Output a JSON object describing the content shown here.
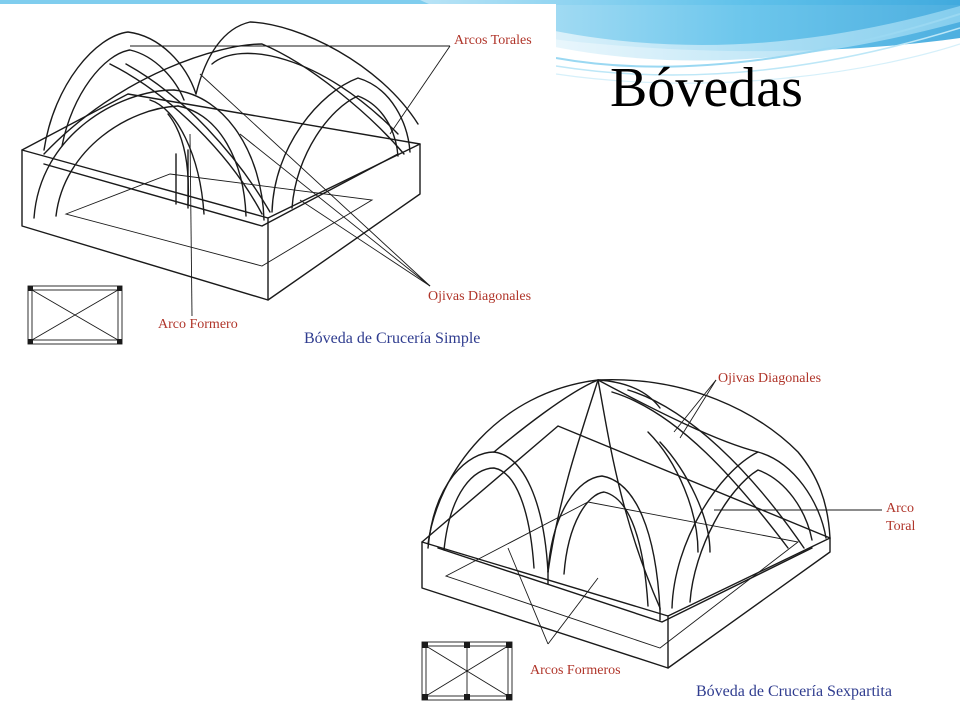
{
  "title": "Bóvedas",
  "colors": {
    "label": "#b0352a",
    "caption": "#2f3c8f",
    "accent_blue": "#4fb6e3",
    "stroke": "#1a1a1a"
  },
  "figures": {
    "simple": {
      "caption": "Bóveda de Crucería Simple",
      "labels": {
        "arcos_torales": "Arcos Torales",
        "ojivas_diagonales": "Ojivas Diagonales",
        "arco_formero": "Arco Formero"
      }
    },
    "sexpartita": {
      "caption": "Bóveda de Crucería Sexpartita",
      "labels": {
        "ojivas_diagonales": "Ojivas Diagonales",
        "arco_line1": "Arco",
        "arco_line2": "Toral",
        "arcos_formeros": "Arcos Formeros"
      }
    }
  }
}
